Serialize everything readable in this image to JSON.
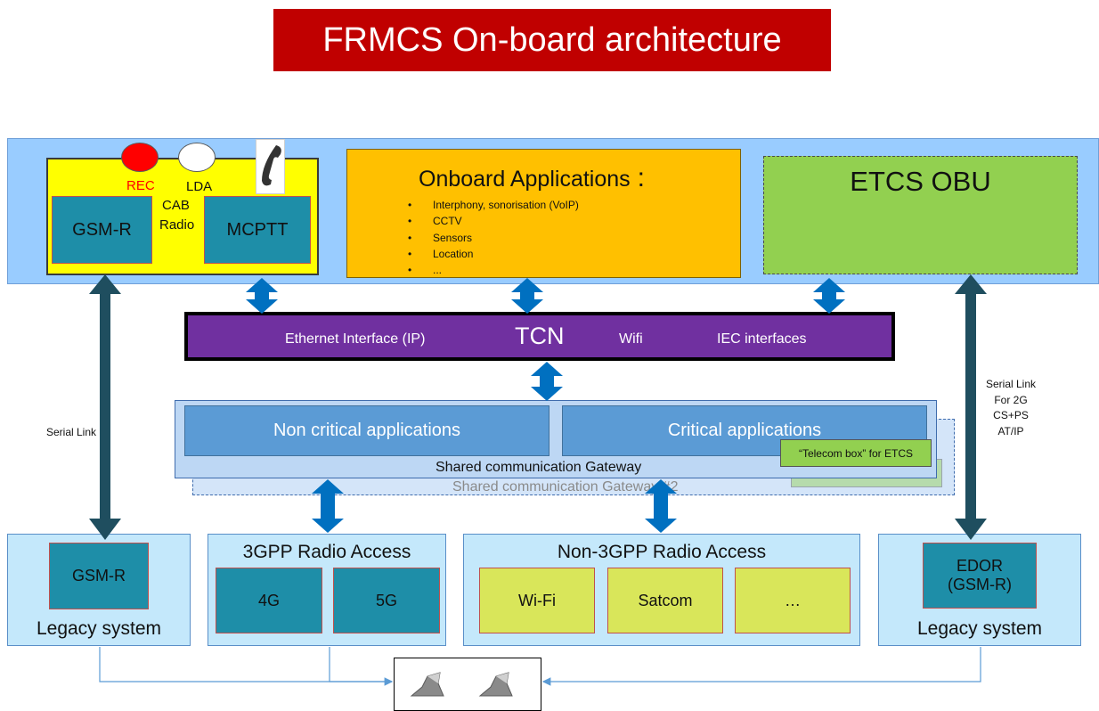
{
  "title": "FRMCS On-board architecture",
  "cab_radio": {
    "rec": "REC",
    "lda": "LDA",
    "cab": "CAB",
    "radio": "Radio",
    "gsmr": "GSM-R",
    "mcptt": "MCPTT",
    "colors": {
      "rec": "#ff0000",
      "lda": "#ffffff"
    },
    "icon": "telephone-icon"
  },
  "onboard_apps": {
    "title": "Onboard Applications",
    "colon": ":",
    "items": [
      "Interphony, sonorisation (VoIP)",
      "CCTV",
      "Sensors",
      "Location",
      "..."
    ]
  },
  "etcs_obu": "ETCS OBU",
  "tcn": {
    "ethernet": "Ethernet Interface (IP)",
    "label": "TCN",
    "wifi": "Wifi",
    "iec": "IEC interfaces"
  },
  "gateway": {
    "non_critical": "Non critical applications",
    "critical": "Critical applications",
    "telecom_box": "“Telecom box” for ETCS",
    "telecom_box_2": "“Telecom box” for ETCS",
    "shared": "Shared communication Gateway",
    "shared_2": "Shared communication Gateway #2"
  },
  "serial_left": "Serial Link",
  "serial_right": [
    "Serial Link",
    "For 2G",
    "CS+PS",
    "AT/IP"
  ],
  "legacy_left": {
    "inner": "GSM-R",
    "caption": "Legacy system"
  },
  "radio_3gpp": {
    "title": "3GPP Radio Access",
    "items": [
      "4G",
      "5G"
    ]
  },
  "radio_non3gpp": {
    "title": "Non-3GPP Radio Access",
    "items": [
      "Wi-Fi",
      "Satcom",
      "…"
    ]
  },
  "legacy_right": {
    "inner_line1": "EDOR",
    "inner_line2": "(GSM-R)",
    "caption": "Legacy system"
  },
  "antenna_icons": [
    "antenna-icon",
    "antenna-icon"
  ]
}
